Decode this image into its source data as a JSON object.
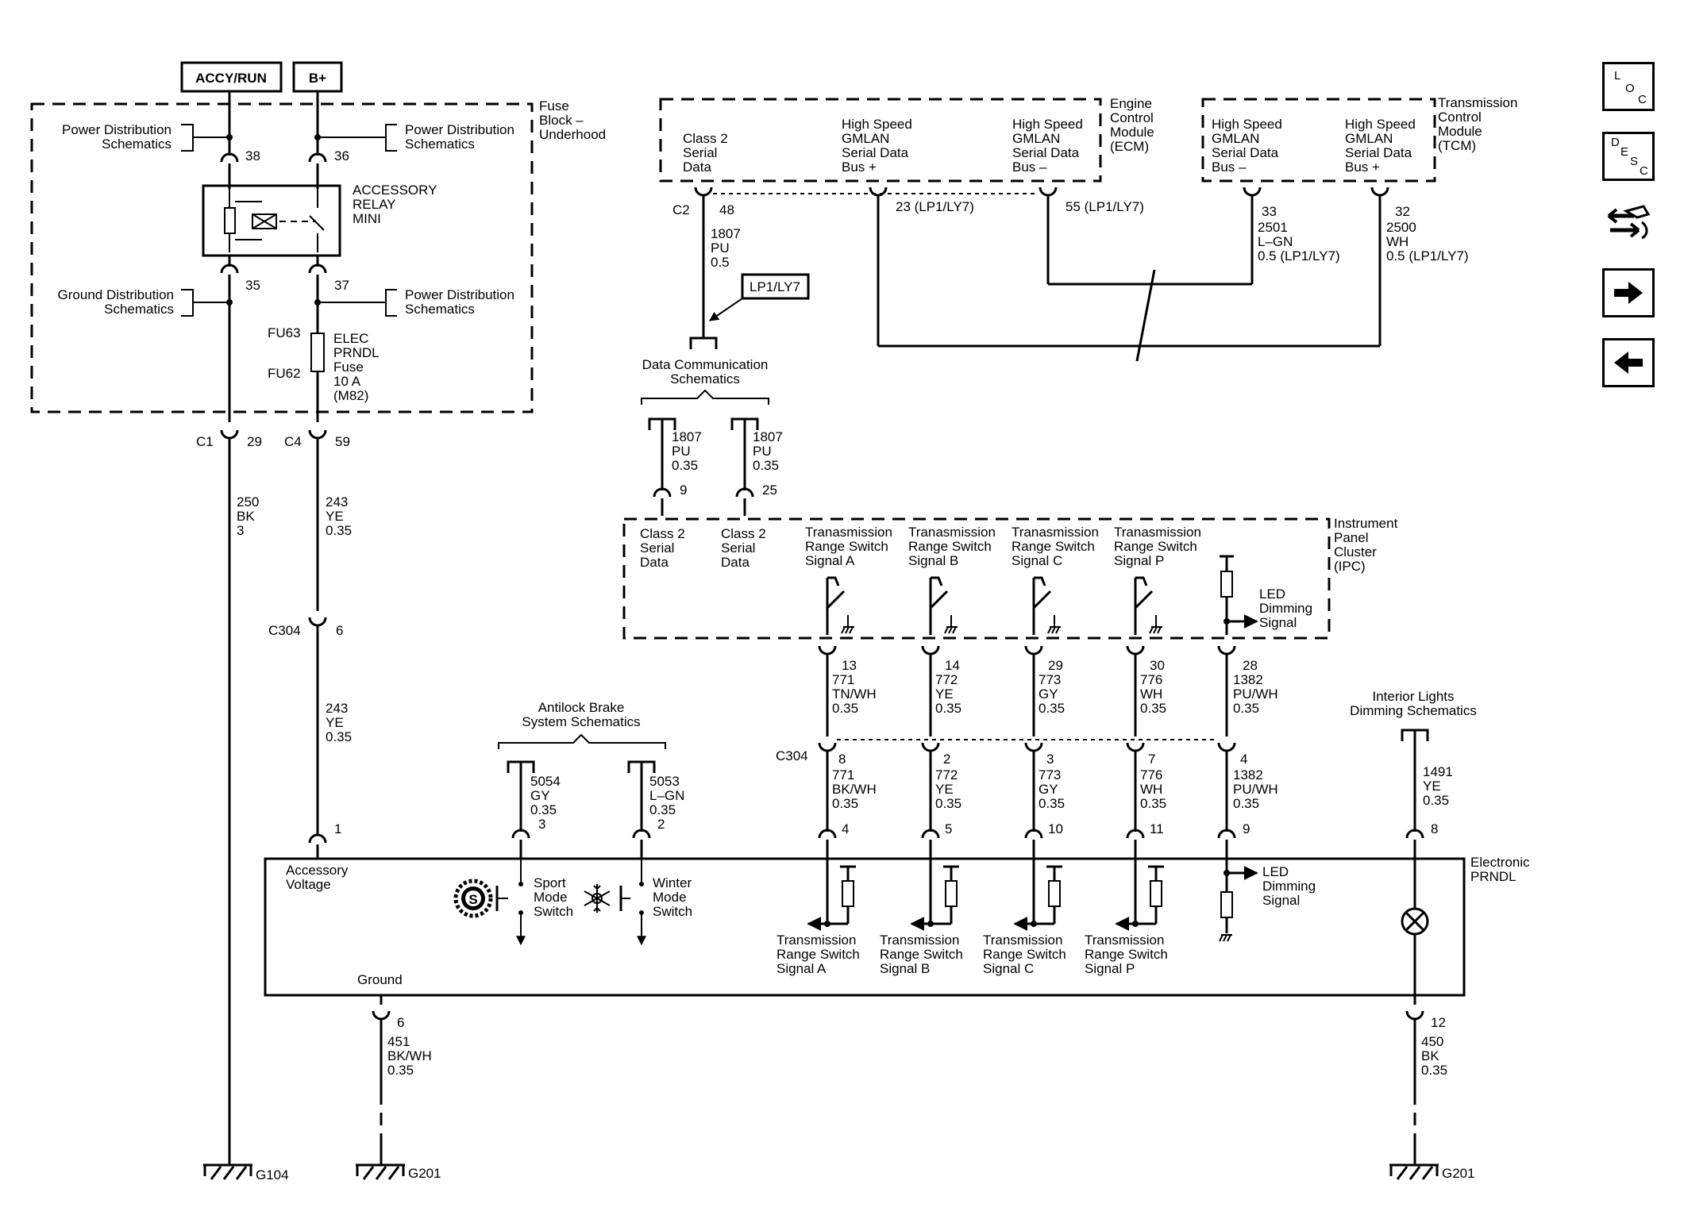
{
  "power": {
    "accy_run": "ACCY/RUN",
    "b_plus": "B+"
  },
  "fuse_block": {
    "title_lines": [
      "Fuse",
      "Block –",
      "Underhood"
    ],
    "pds_left": [
      "Power Distribution",
      "Schematics"
    ],
    "pds_right_top": [
      "Power Distribution",
      "Schematics"
    ],
    "gds_left": [
      "Ground Distribution",
      "Schematics"
    ],
    "pds_right_bottom": [
      "Power Distribution",
      "Schematics"
    ],
    "pins": {
      "p38": "38",
      "p36": "36",
      "p35": "35",
      "p37": "37"
    },
    "relay_label": [
      "ACCESSORY",
      "RELAY",
      "MINI"
    ],
    "fu63": "FU63",
    "fu62": "FU62",
    "fuse_label": [
      "ELEC",
      "PRNDL",
      "Fuse",
      "10 A",
      "(M82)"
    ]
  },
  "left_circuits": {
    "c1": "C1",
    "c1_pin": "29",
    "c4": "C4",
    "c4_pin": "59",
    "wire_250": [
      "250",
      "BK",
      "3"
    ],
    "wire_243a": [
      "243",
      "YE",
      "0.35"
    ],
    "c304": "C304",
    "c304_pin": "6",
    "wire_243b": [
      "243",
      "YE",
      "0.35"
    ],
    "prndl_pin1": "1"
  },
  "ecm": {
    "title_lines": [
      "Engine",
      "Control",
      "Module",
      "(ECM)"
    ],
    "class2": [
      "Class 2",
      "Serial",
      "Data"
    ],
    "hs_plus": [
      "High Speed",
      "GMLAN",
      "Serial Data",
      "Bus +"
    ],
    "hs_minus": [
      "High Speed",
      "GMLAN",
      "Serial Data",
      "Bus –"
    ],
    "c2": "C2",
    "pin48": "48",
    "pin23": "23 (LP1/LY7)",
    "pin55": "55 (LP1/LY7)",
    "wire_1807": [
      "1807",
      "PU",
      "0.5"
    ],
    "lp1": "LP1/LY7"
  },
  "tcm": {
    "title_lines": [
      "Transmission",
      "Control",
      "Module",
      "(TCM)"
    ],
    "hs_minus": [
      "High Speed",
      "GMLAN",
      "Serial Data",
      "Bus –"
    ],
    "hs_plus": [
      "High Speed",
      "GMLAN",
      "Serial Data",
      "Bus +"
    ],
    "pin33": "33",
    "pin32": "32",
    "wire_2501": [
      "2501",
      "L–GN",
      "0.5 (LP1/LY7)"
    ],
    "wire_2500": [
      "2500",
      "WH",
      "0.5 (LP1/LY7)"
    ]
  },
  "data_comm": {
    "label": [
      "Data Communication",
      "Schematics"
    ],
    "wire_a": [
      "1807",
      "PU",
      "0.35"
    ],
    "pin_a": "9",
    "wire_b": [
      "1807",
      "PU",
      "0.35"
    ],
    "pin_b": "25"
  },
  "ipc": {
    "title_lines": [
      "Instrument",
      "Panel",
      "Cluster",
      "(IPC)"
    ],
    "class2_a": [
      "Class 2",
      "Serial",
      "Data"
    ],
    "class2_b": [
      "Class 2",
      "Serial",
      "Data"
    ],
    "trs_a": [
      "Tranasmission",
      "Range Switch",
      "Signal A"
    ],
    "trs_b": [
      "Tranasmission",
      "Range Switch",
      "Signal B"
    ],
    "trs_c": [
      "Tranasmission",
      "Range Switch",
      "Signal C"
    ],
    "trs_p": [
      "Tranasmission",
      "Range Switch",
      "Signal P"
    ],
    "led": [
      "LED",
      "Dimming",
      "Signal"
    ]
  },
  "range_wires_upper": [
    [
      "13",
      "771",
      "TN/WH",
      "0.35"
    ],
    [
      "14",
      "772",
      "YE",
      "0.35"
    ],
    [
      "29",
      "773",
      "GY",
      "0.35"
    ],
    [
      "30",
      "776",
      "WH",
      "0.35"
    ],
    [
      "28",
      "1382",
      "PU/WH",
      "0.35"
    ]
  ],
  "c304_lower": "C304",
  "range_wires_lower": [
    [
      "8",
      "771",
      "BK/WH",
      "0.35",
      "4"
    ],
    [
      "2",
      "772",
      "YE",
      "0.35",
      "5"
    ],
    [
      "3",
      "773",
      "GY",
      "0.35",
      "10"
    ],
    [
      "7",
      "776",
      "WH",
      "0.35",
      "11"
    ],
    [
      "4",
      "1382",
      "PU/WH",
      "0.35",
      "9"
    ]
  ],
  "abs": {
    "label": [
      "Antilock Brake",
      "System Schematics"
    ],
    "wire_5054": [
      "5054",
      "GY",
      "0.35",
      "3"
    ],
    "wire_5053": [
      "5053",
      "L–GN",
      "0.35",
      "2"
    ]
  },
  "interior_lights": {
    "label": [
      "Interior Lights",
      "Dimming Schematics"
    ],
    "wire_1491": [
      "1491",
      "YE",
      "0.35"
    ],
    "pin8": "8"
  },
  "prndl": {
    "title_lines": [
      "Electronic",
      "PRNDL"
    ],
    "accessory_voltage": [
      "Accessory",
      "Voltage"
    ],
    "sport": [
      "Sport",
      "Mode",
      "Switch"
    ],
    "winter": [
      "Winter",
      "Mode",
      "Switch"
    ],
    "trs_a": [
      "Transmission",
      "Range Switch",
      "Signal A"
    ],
    "trs_b": [
      "Transmission",
      "Range Switch",
      "Signal B"
    ],
    "trs_c": [
      "Transmission",
      "Range Switch",
      "Signal C"
    ],
    "trs_p": [
      "Transmission",
      "Range Switch",
      "Signal P"
    ],
    "led": [
      "LED",
      "Dimming",
      "Signal"
    ],
    "ground": "Ground",
    "pin6": "6",
    "pin12": "12",
    "wire_451": [
      "451",
      "BK/WH",
      "0.35"
    ],
    "wire_450": [
      "450",
      "BK",
      "0.35"
    ]
  },
  "grounds": {
    "g104": "G104",
    "g201a": "G201",
    "g201b": "G201"
  },
  "nav": {
    "loc": [
      "L",
      "O",
      "C"
    ],
    "desc": [
      "D",
      "E",
      "S",
      "C"
    ]
  }
}
